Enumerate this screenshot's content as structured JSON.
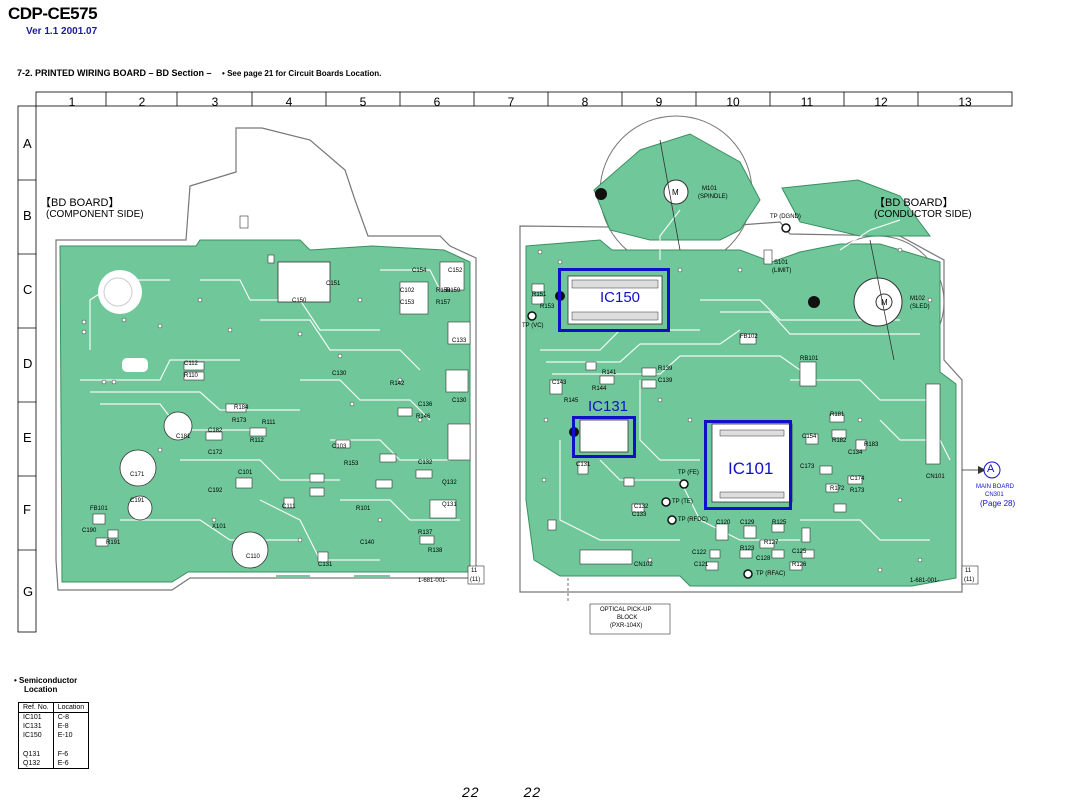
{
  "header": {
    "model": "CDP-CE575",
    "version": "Ver 1.1  2001.07",
    "section_title": "7-2.  PRINTED WIRING BOARD  – BD Section –",
    "section_note": "• See page 21 for Circuit Boards Location."
  },
  "grid": {
    "columns": [
      "1",
      "2",
      "3",
      "4",
      "5",
      "6",
      "7",
      "8",
      "9",
      "10",
      "11",
      "12",
      "13"
    ],
    "rows": [
      "A",
      "B",
      "C",
      "D",
      "E",
      "F",
      "G"
    ]
  },
  "left_board": {
    "title": "【BD BOARD】",
    "subtitle": "(COMPONENT SIDE)",
    "part_no": "1-681-001-",
    "rev_box": "11",
    "rev_box2": "(11)",
    "labels": [
      "C154",
      "C152",
      "C151",
      "C102",
      "R158",
      "R159",
      "C150",
      "C153",
      "R157",
      "C133",
      "C112",
      "R110",
      "C130",
      "R142",
      "C130",
      "R184",
      "C136",
      "R111",
      "C182",
      "R173",
      "C181",
      "C171",
      "C172",
      "C103",
      "C101",
      "R153",
      "C132",
      "R146",
      "R112",
      "C192",
      "C191",
      "FB101",
      "R191",
      "C190",
      "X101",
      "C110",
      "C140",
      "R137",
      "R138",
      "C131",
      "Q131",
      "Q132",
      "R101",
      "C111"
    ]
  },
  "right_board": {
    "title": "【BD BOARD】",
    "subtitle": "(CONDUCTOR SIDE)",
    "part_no": "1-681-001-",
    "rev_box": "11",
    "rev_box2": "(11)",
    "motor1_label": "M101",
    "motor1_sub": "(SPINDLE)",
    "motor_symbol": "M",
    "motor2_label": "M102",
    "motor2_sub": "(SLED)",
    "switch_label": "S101",
    "switch_sub": "(LIMIT)",
    "tp_dgnd": "TP (DGND)",
    "tp_vc": "TP (VC)",
    "tp_fe": "TP (FE)",
    "tp_te": "TP (TE)",
    "tp_rfdc": "TP (RFDC)",
    "tp_rfac": "TP (RFAC)",
    "cn101": "CN101",
    "cn102": "CN102",
    "ic150": "IC150",
    "ic131": "IC131",
    "ic101": "IC101",
    "labels": [
      "R151",
      "R153",
      "R141",
      "R144",
      "R139",
      "C139",
      "C143",
      "R145",
      "C131",
      "C174",
      "C173",
      "R172",
      "R173",
      "C120",
      "C122",
      "C125",
      "R127",
      "R123",
      "C128",
      "C129",
      "R126",
      "R125",
      "C121",
      "FB102",
      "RB101",
      "R181",
      "C154",
      "R182",
      "R183",
      "C134",
      "C132",
      "C133"
    ]
  },
  "connection": {
    "letter": "A",
    "line1": "MAIN BOARD",
    "line2": "CN301",
    "line3": "(Page 28)"
  },
  "pickup": {
    "line1": "OPTICAL PICK-UP",
    "line2": "BLOCK",
    "line3": "(PXR-104X)"
  },
  "semiconductor": {
    "title_line1": "Semiconductor",
    "title_line2": "Location",
    "headers": [
      "Ref. No.",
      "Location"
    ],
    "rows": [
      [
        "IC101",
        "C-8"
      ],
      [
        "IC131",
        "E-8"
      ],
      [
        "IC150",
        "E-10"
      ],
      [
        "",
        ""
      ],
      [
        "Q131",
        "F-6"
      ],
      [
        "Q132",
        "E-6"
      ]
    ]
  },
  "page_numbers": [
    "22",
    "22"
  ]
}
